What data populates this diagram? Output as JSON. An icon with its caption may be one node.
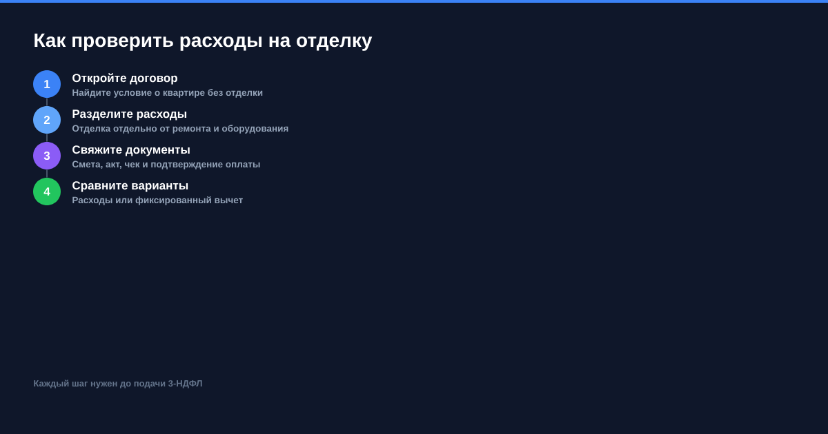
{
  "diagram": {
    "title": "Как проверить расходы на отделку",
    "nodes": [
      {
        "text": [
          "1"
        ],
        "beside": [
          "Откройте договор",
          "Найдите условие о квартире без отделки"
        ]
      },
      {
        "text": [
          "2"
        ],
        "beside": [
          "Разделите расходы",
          "Отделка отдельно от ремонта и оборудования"
        ]
      },
      {
        "text": [
          "3"
        ],
        "beside": [
          "Свяжите документы",
          "Смета, акт, чек и подтверждение оплаты"
        ]
      },
      {
        "text": [
          "4"
        ],
        "beside": [
          "Сравните варианты",
          "Расходы или фиксированный вычет"
        ]
      }
    ],
    "edges": [
      {
        "from": 0,
        "to": 1,
        "arrow": "none"
      },
      {
        "from": 1,
        "to": 2,
        "arrow": "none"
      },
      {
        "from": 2,
        "to": 3,
        "arrow": "none"
      }
    ],
    "labels": [
      "Каждый шаг нужен до подачи 3-НДФЛ"
    ]
  }
}
